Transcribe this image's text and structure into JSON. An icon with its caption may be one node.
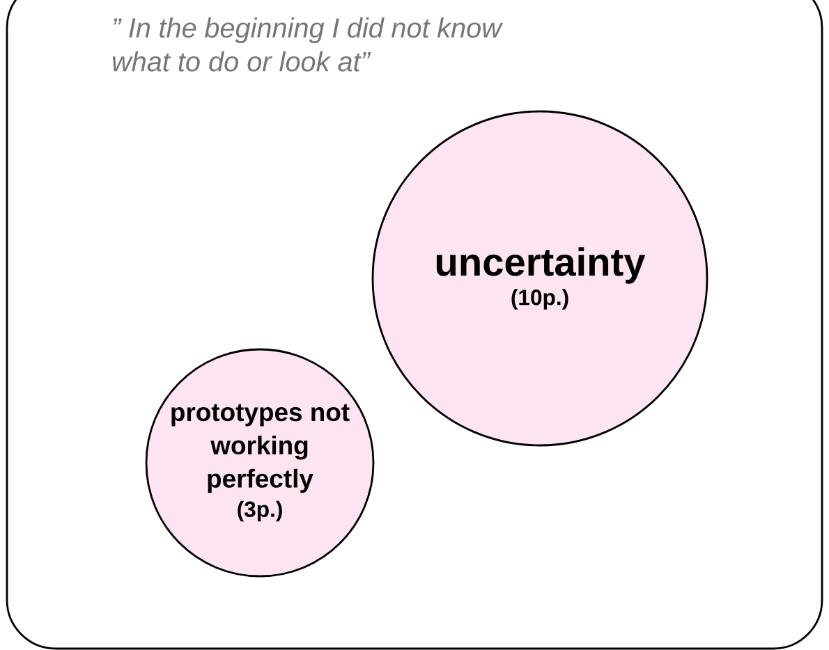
{
  "diagram": {
    "nodes": [
      {
        "text": [
          "” In the beginning I did not know what to do or look at”"
        ]
      },
      {
        "text": [
          "uncertainty",
          "(10p.)"
        ],
        "in": 0
      },
      {
        "text": [
          "prototypes not working perfectly",
          "(3p.)"
        ],
        "in": 0
      }
    ]
  }
}
